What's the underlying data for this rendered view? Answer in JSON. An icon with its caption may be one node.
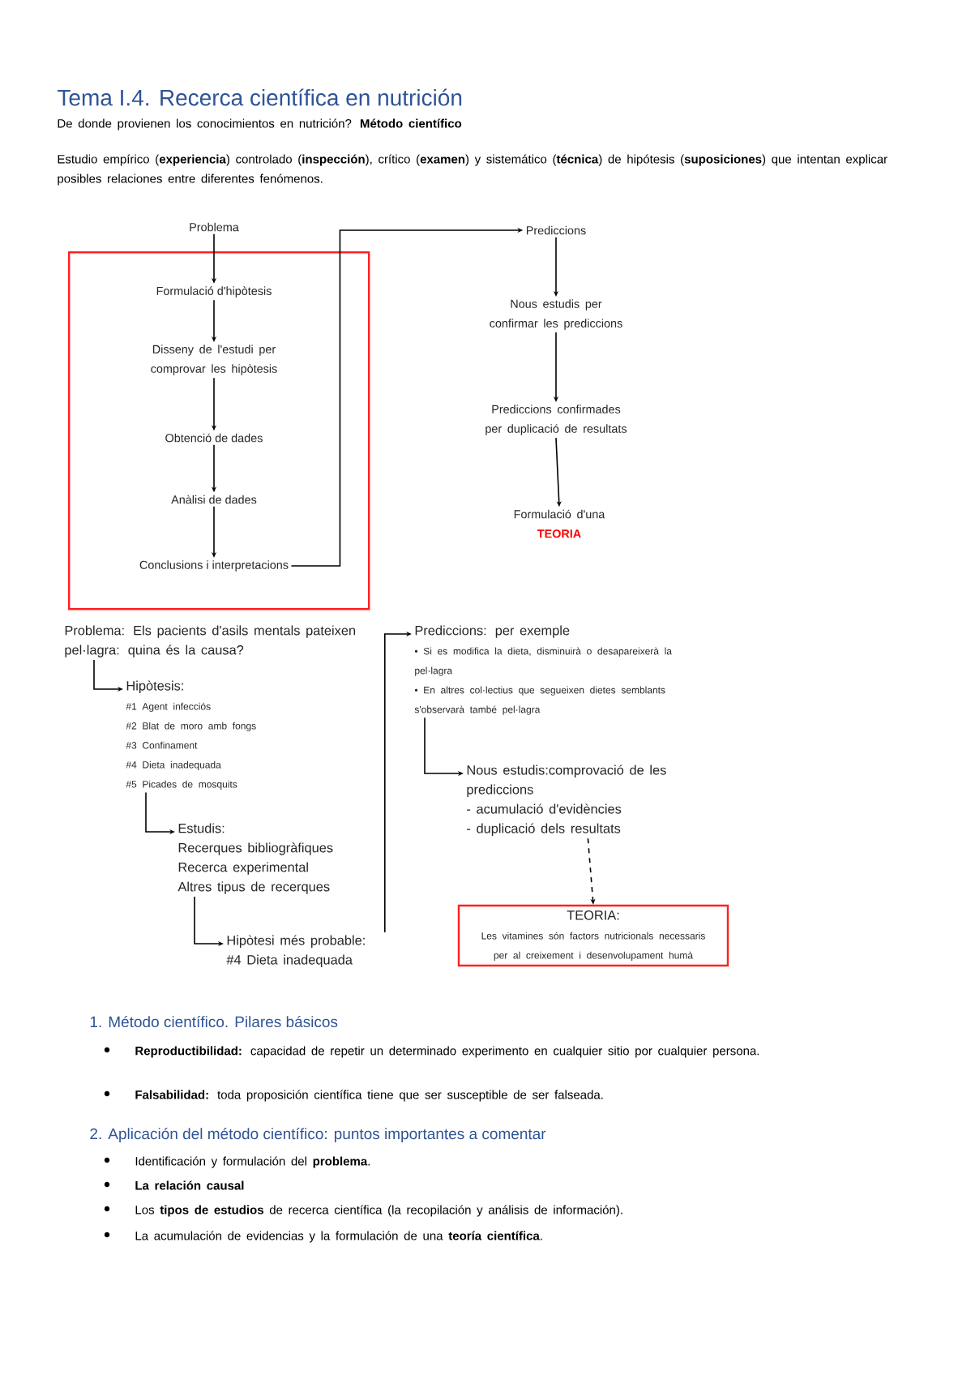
{
  "diagram": {
    "title": "Tema I.4. Recerca científica en nutrición",
    "nodes": [
      {
        "text": [
          "Problema"
        ]
      },
      {
        "text": [],
        "shape": "box"
      },
      {
        "text": [
          "Formulació d'hipòtesis"
        ],
        "in": 1
      },
      {
        "text": [
          "Disseny de l'estudi per comprovar les hipòtesis"
        ],
        "in": 1
      },
      {
        "text": [
          "Obtenció de dades"
        ],
        "in": 1
      },
      {
        "text": [
          "Anàlisi de dades"
        ],
        "in": 1
      },
      {
        "text": [
          "Conclusions i interpretacions"
        ],
        "in": 1
      },
      {
        "text": [
          "Prediccions"
        ]
      },
      {
        "text": [
          "Nous estudis per confirmar les prediccions"
        ]
      },
      {
        "text": [
          "Prediccions confirmades per duplicació de resultats"
        ]
      },
      {
        "text": [
          "Formulació d'una",
          "TEORIA"
        ]
      },
      {
        "text": [
          "Problema: Els pacients d'asils mentals pateixen pel·lagra: quina és la causa?"
        ]
      },
      {
        "text": [
          "Hipòtesis:",
          "#1 Agent infecciós",
          "#2 Blat de moro amb fongs",
          "#3 Confinament",
          "#4 Dieta inadequada",
          "#5 Picades de mosquits"
        ]
      },
      {
        "text": [
          "Estudis:",
          "Recerques bibliogràfiques",
          "Recerca experimental",
          "Altres tipus de recerques"
        ]
      },
      {
        "text": [
          "Hipòtesi més probable:",
          "#4 Dieta inadequada"
        ]
      },
      {
        "text": [
          "Prediccions: per exemple",
          "• Si es modifica la dieta, disminuirà o desapareixerà la pel·lagra",
          "• En altres col·lectius que segueixen dietes semblants s'observarà també pel·lagra"
        ]
      },
      {
        "text": [
          "Nous estudis:comprovació de les prediccions",
          "- acumulació d'evidències",
          "- duplicació dels resultats"
        ]
      },
      {
        "text": [
          "TEORIA:",
          "Les vitamines són factors nutricionals necessaris per al creixement i desenvolupament humà"
        ]
      }
    ],
    "edges": [
      {
        "from": 0,
        "to": 2,
        "arrow": "to"
      },
      {
        "from": 2,
        "to": 3,
        "arrow": "to"
      },
      {
        "from": 3,
        "to": 4,
        "arrow": "to"
      },
      {
        "from": 4,
        "to": 5,
        "arrow": "to"
      },
      {
        "from": 5,
        "to": 6,
        "arrow": "to"
      },
      {
        "from": 6,
        "to": 7,
        "arrow": "to"
      },
      {
        "from": 7,
        "to": 8,
        "arrow": "to"
      },
      {
        "from": 8,
        "to": 9,
        "arrow": "to"
      },
      {
        "from": 9,
        "to": 10,
        "arrow": "to"
      },
      {
        "from": 11,
        "to": 12,
        "arrow": "to"
      },
      {
        "from": 12,
        "to": 13,
        "arrow": "to"
      },
      {
        "from": 13,
        "to": 14,
        "arrow": "to"
      },
      {
        "from": 14,
        "to": 15,
        "arrow": "to"
      },
      {
        "from": 15,
        "to": 16,
        "arrow": "to"
      },
      {
        "from": 16,
        "to": 17,
        "arrow": "to",
        "style": "dashed"
      }
    ],
    "labels": [
      "De donde provienen los conocimientos en nutrición? **Método científico**",
      "Estudio empírico (**experiencia**) controlado (**inspección**), crítico (**examen**) y sistemático (**técnica**) de hipótesis (**suposiciones**) que intentan explicar posibles relaciones entre diferentes fenómenos.",
      "1. Método científico. Pilares básicos",
      "**Reproductibilidad:** capacidad de repetir un determinado experimento en cualquier sitio por cualquier persona.",
      "**Falsabilidad:** toda proposición científica tiene que ser susceptible de ser falseada.",
      "2. Aplicación del método científico: puntos importantes a comentar",
      "Identificación y formulación del **problema**.",
      "La relación causal",
      "Los **tipos de estudios** de recerca científica (la recopilación y análisis de información).",
      "La acumulación de evidencias y la formulación de una **teoría científica**."
    ]
  }
}
